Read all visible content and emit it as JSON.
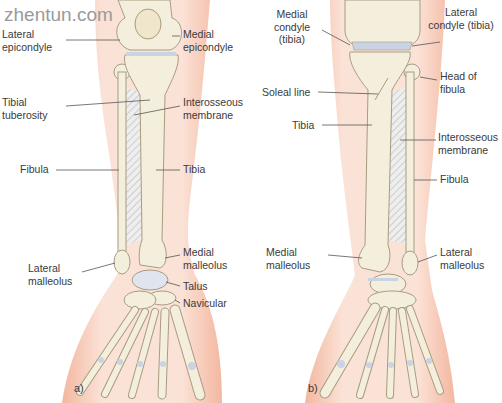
{
  "diagram": {
    "labels": [
      "zhentun.com",
      "Lateral epicondyle",
      "Medial epicondyle",
      "Tibial tuberosity",
      "Interosseous membrane",
      "Fibula",
      "Tibia",
      "Medial malleolus",
      "Talus",
      "Navicular",
      "Lateral malleolus",
      "Medial condyle (tibia)",
      "Lateral condyle (tibia)",
      "Head of fibula",
      "Soleal line",
      "Tibia",
      "Interosseous membrane",
      "Fibula",
      "Medial malleolus",
      "Lateral malleolus",
      "a)",
      "b)"
    ]
  }
}
